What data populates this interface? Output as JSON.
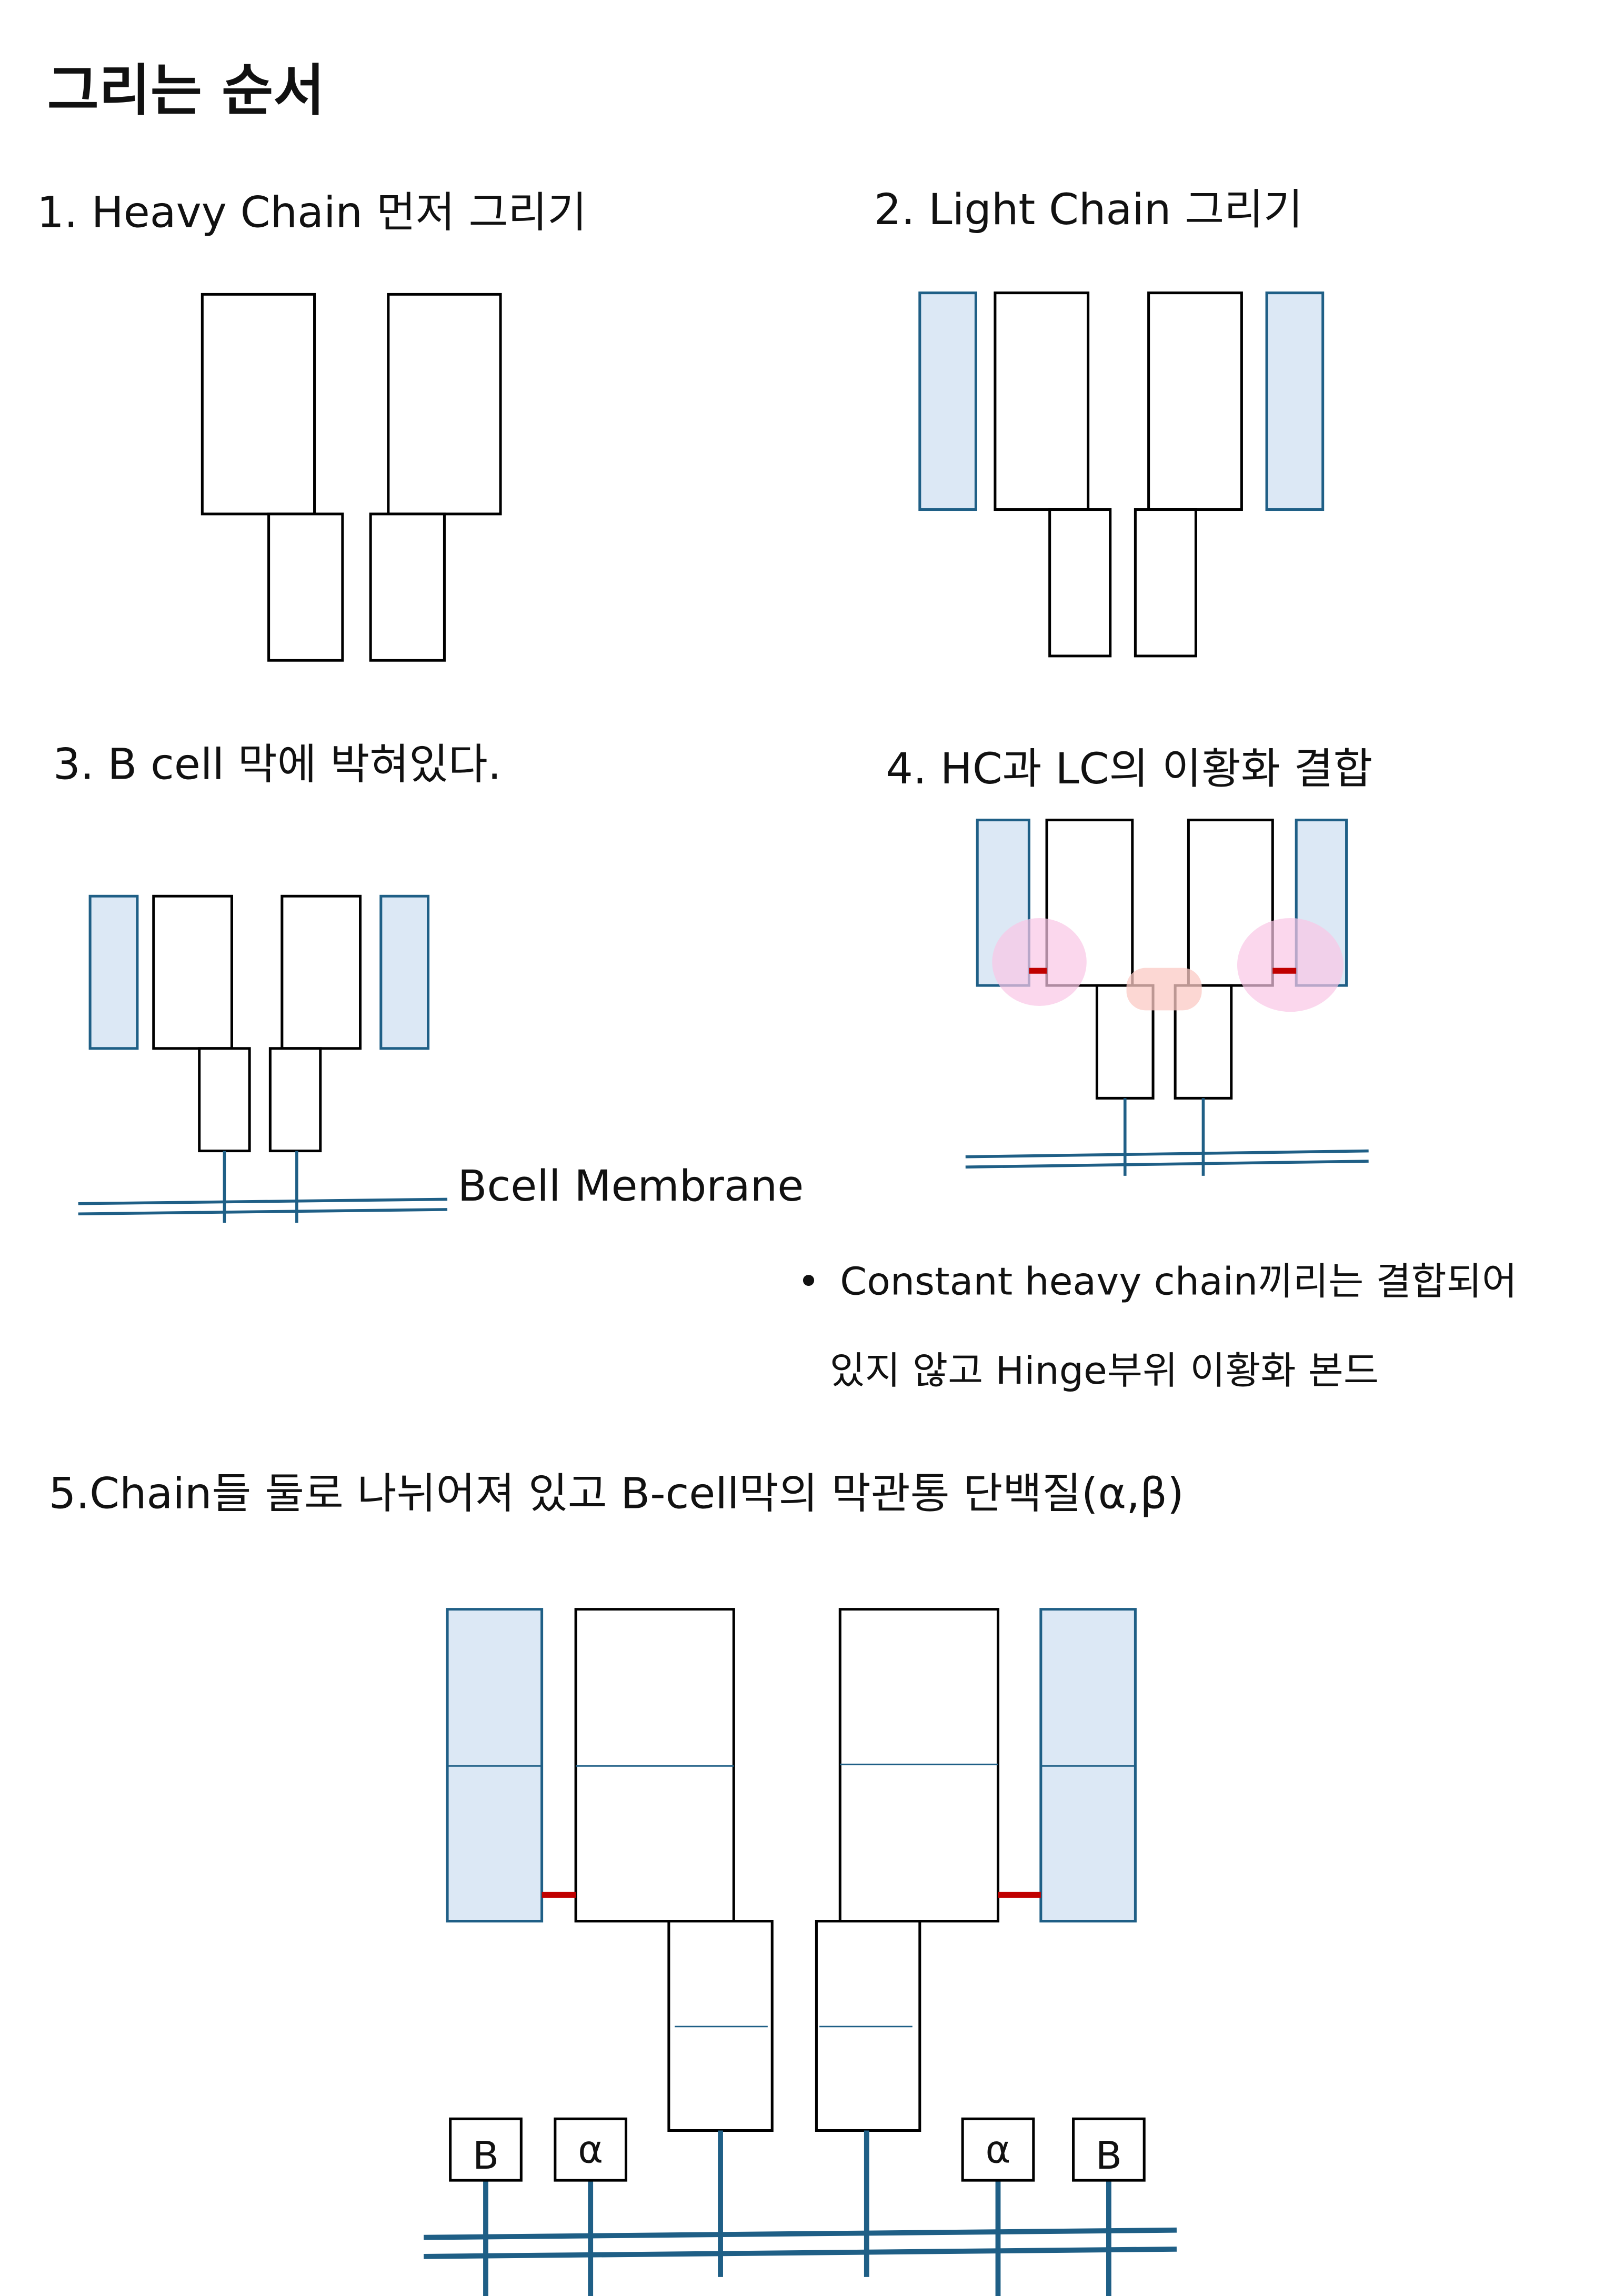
{
  "title": "그리는 순서",
  "steps": [
    {
      "label": "1. Heavy Chain 먼저 그리기"
    },
    {
      "label": "2. Light Chain 그리기"
    },
    {
      "label": "3.   B cell 막에 박혀있다.",
      "membrane_label": "Bcell Membrane"
    },
    {
      "label": "4. HC과 LC의 이황화 결합",
      "notes": [
        "Constant heavy chain끼리는 결합되어",
        "있지 않고 Hinge부위 이황화 본드"
      ]
    },
    {
      "label": "5.Chain들 둘로 나뉘어져 있고  B-cell막의 막관통 단백질(α,β)",
      "boxes": [
        "B",
        "α",
        "α",
        "B"
      ]
    }
  ],
  "bullet": "•",
  "colors": {
    "light_chain_fill": "#dce8f5",
    "light_chain_stroke": "#1f5f86",
    "disulfide": "#c00000",
    "membrane": "#1f5f86",
    "highlight_pink": "#f9c6e6",
    "highlight_salmon": "#fbc9c4"
  }
}
